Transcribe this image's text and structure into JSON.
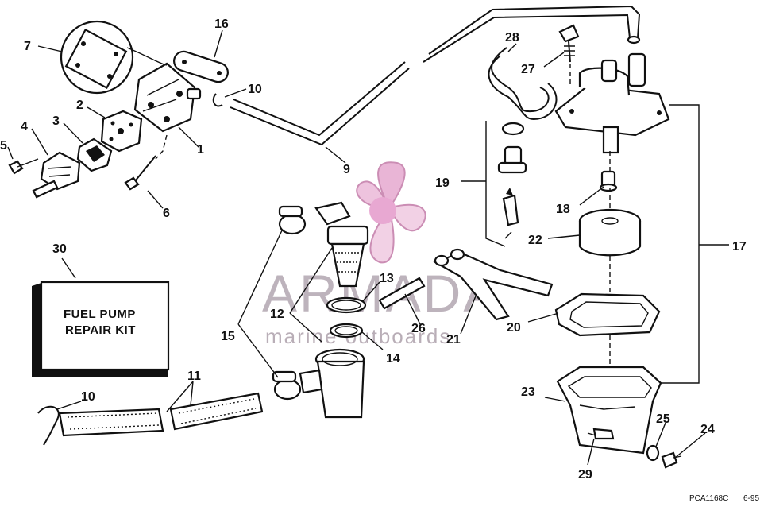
{
  "diagram": {
    "callouts": [
      "1",
      "2",
      "3",
      "4",
      "5",
      "6",
      "7",
      "9",
      "10",
      "10",
      "11",
      "12",
      "13",
      "14",
      "15",
      "16",
      "17",
      "18",
      "19",
      "20",
      "21",
      "22",
      "23",
      "24",
      "25",
      "26",
      "27",
      "28",
      "29",
      "30"
    ],
    "kit_label_line1": "FUEL PUMP",
    "kit_label_line2": "REPAIR KIT",
    "watermark_brand": "ARMADA",
    "watermark_tagline": "marine outboards",
    "watermark_color": "#e6a9d0",
    "drawing_code": "PCA1168C",
    "drawing_date": "6-95"
  }
}
